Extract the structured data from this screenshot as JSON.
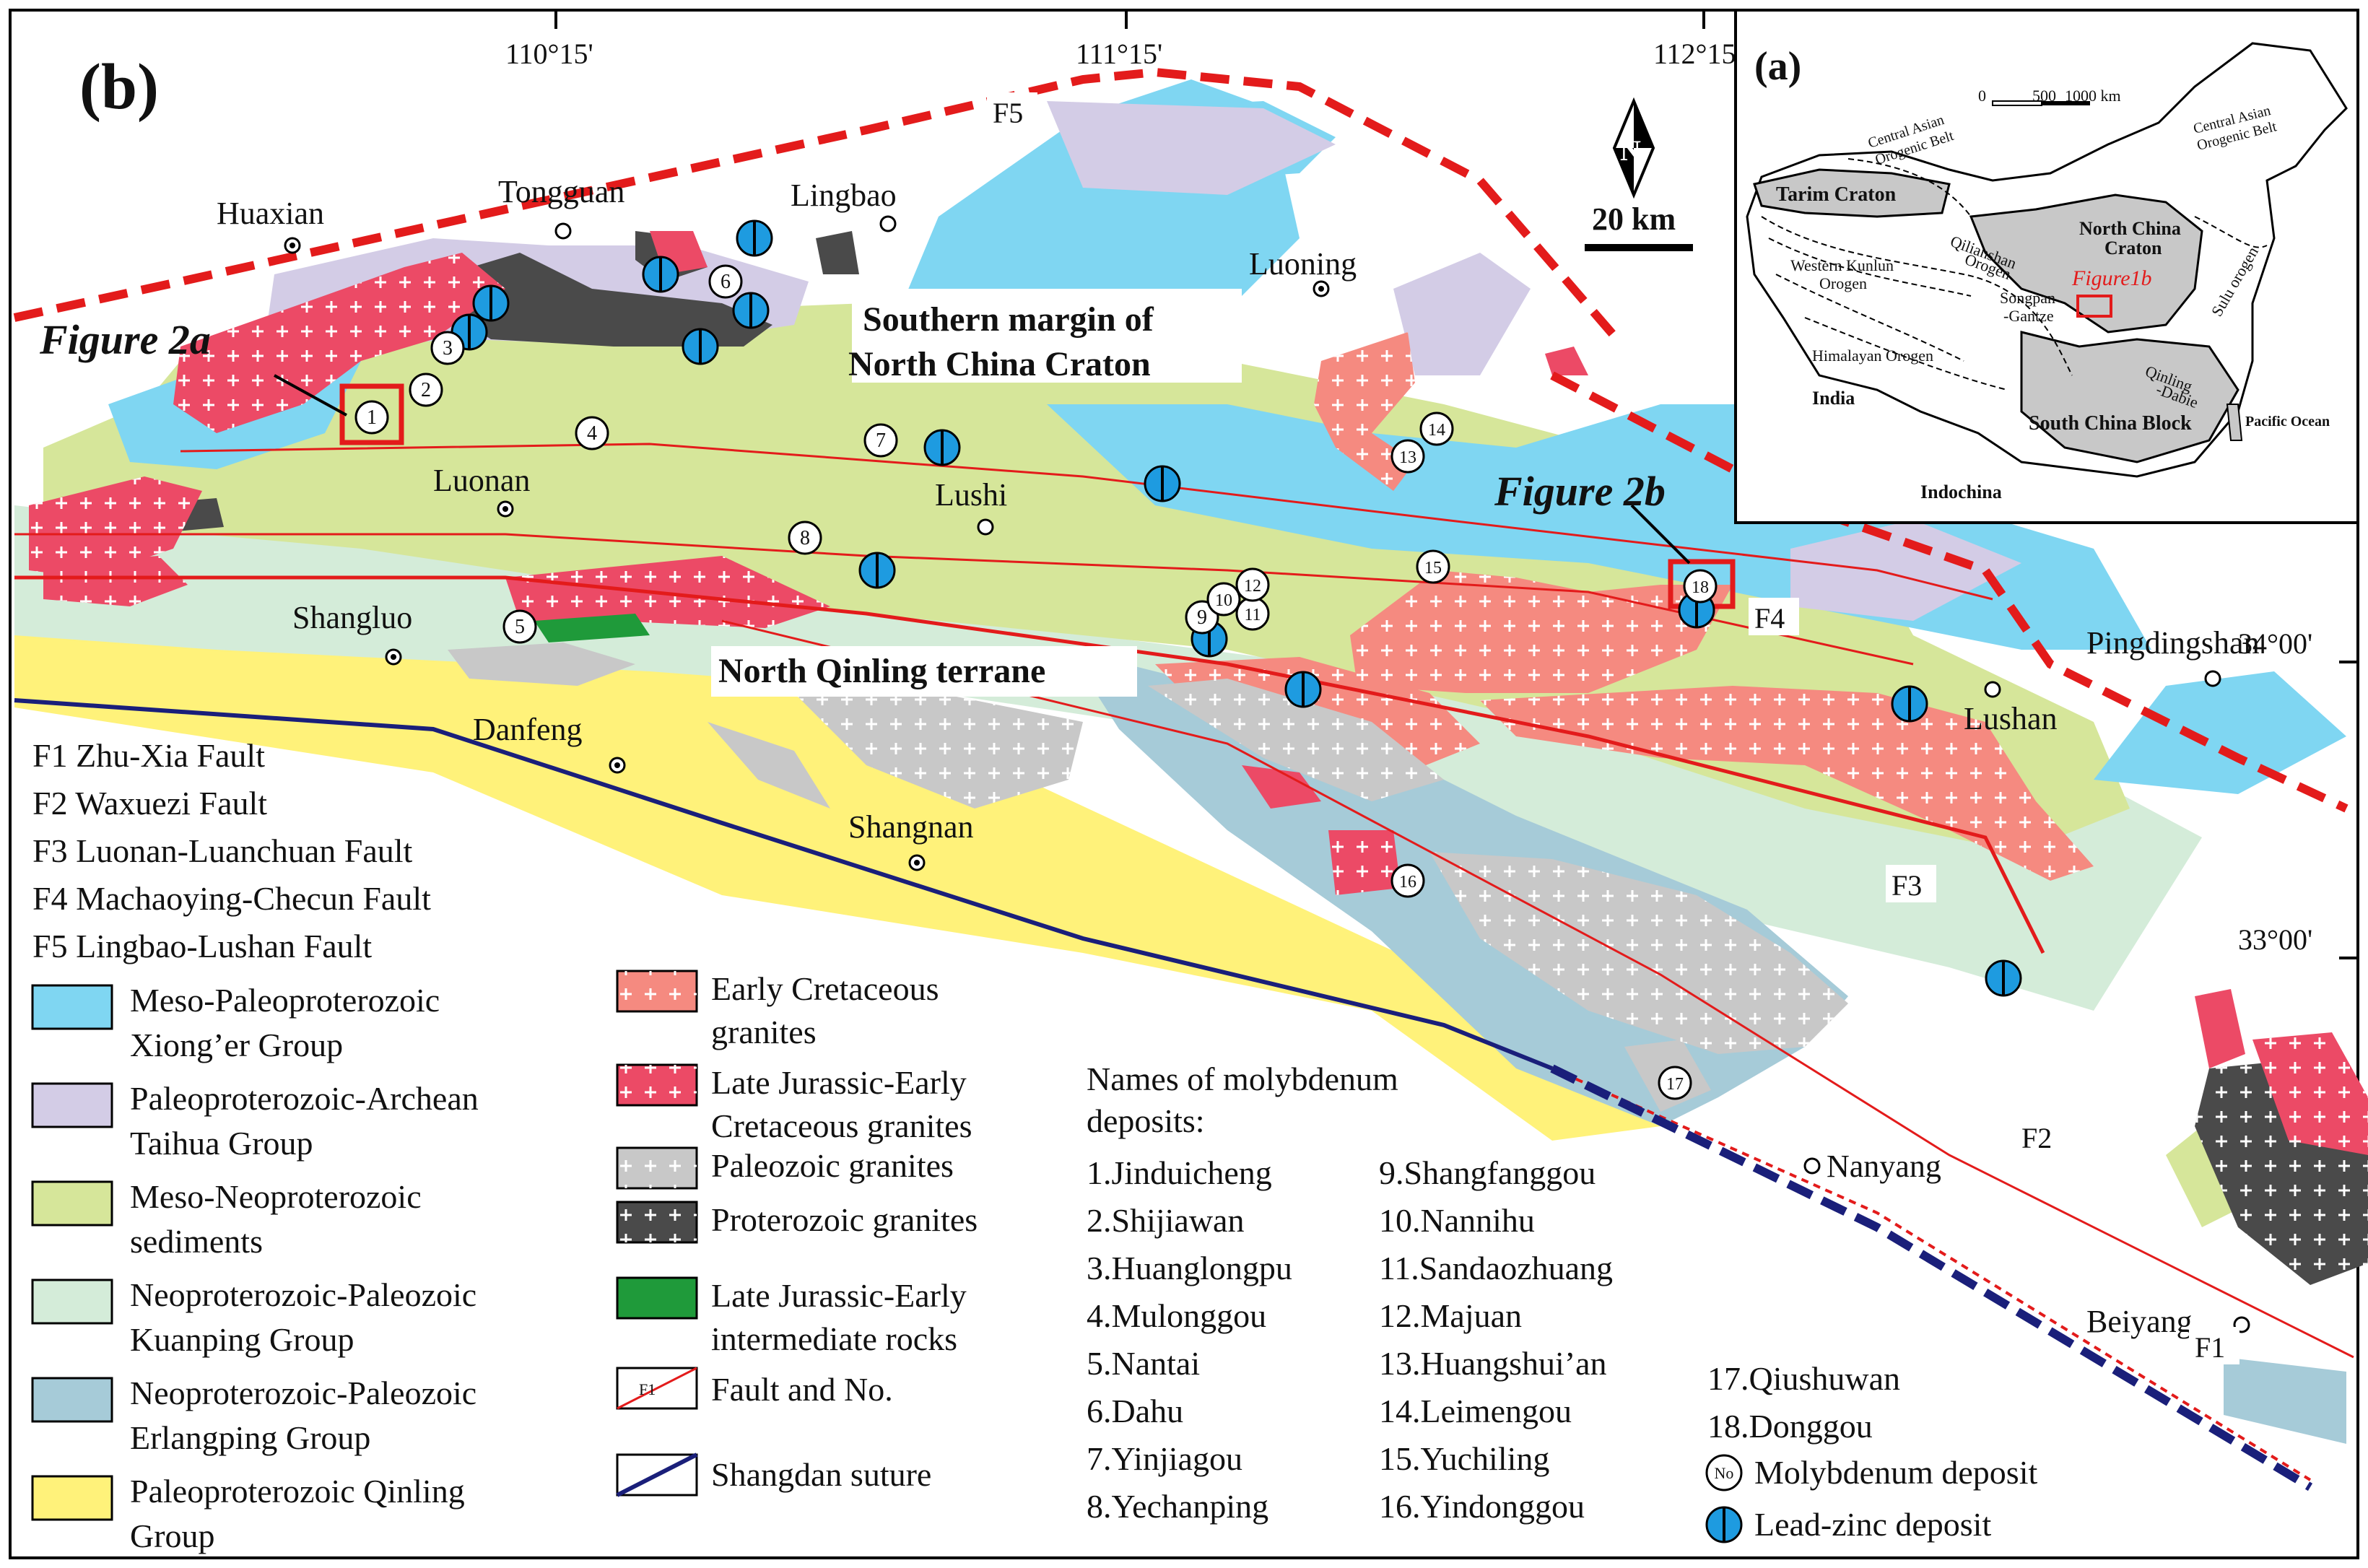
{
  "panel_b": {
    "label": "(b)",
    "coordinates": {
      "top": [
        "110°15'",
        "111°15'",
        "112°15'"
      ],
      "right": [
        "34°00'",
        "33°00'"
      ]
    },
    "north_letter": "N",
    "scale_label": "20 km",
    "figure_labels": [
      "Figure 2a",
      "Figure 2b"
    ],
    "region_labels": {
      "scnc_line1": "Southern margin of",
      "scnc_line2": "North China Craton",
      "nq": "North Qinling terrane"
    },
    "fault_tags": [
      "F1",
      "F2",
      "F3",
      "F4",
      "F5"
    ],
    "towns": [
      {
        "key": "huaxian",
        "name": "Huaxian"
      },
      {
        "key": "tongguan",
        "name": "Tongguan"
      },
      {
        "key": "lingbao",
        "name": "Lingbao"
      },
      {
        "key": "luoning",
        "name": "Luoning"
      },
      {
        "key": "luonan",
        "name": "Luonan"
      },
      {
        "key": "lushi",
        "name": "Lushi"
      },
      {
        "key": "shangluo",
        "name": "Shangluo"
      },
      {
        "key": "danfeng",
        "name": "Danfeng"
      },
      {
        "key": "shangnan",
        "name": "Shangnan"
      },
      {
        "key": "pingdingshan",
        "name": "Pingdingshan"
      },
      {
        "key": "lushan",
        "name": "Lushan"
      },
      {
        "key": "nanyang",
        "name": "Nanyang"
      },
      {
        "key": "beiyang",
        "name": "Beiyang"
      }
    ],
    "deposit_numbers": [
      "1",
      "2",
      "3",
      "4",
      "5",
      "6",
      "7",
      "8",
      "9",
      "10",
      "11",
      "12",
      "13",
      "14",
      "15",
      "16",
      "17",
      "18"
    ]
  },
  "panel_a": {
    "label": "(a)",
    "scale_labels": [
      "0",
      "500",
      "1000 km"
    ],
    "labels": [
      {
        "key": "caob_w",
        "text": "Central Asian"
      },
      {
        "key": "caob_w2",
        "text": "Orogenic Belt"
      },
      {
        "key": "caob_e",
        "text": "Central Asian"
      },
      {
        "key": "caob_e2",
        "text": "Orogenic Belt"
      },
      {
        "key": "tarim",
        "text": "Tarim Craton"
      },
      {
        "key": "ncc1",
        "text": "North China"
      },
      {
        "key": "ncc2",
        "text": "Craton"
      },
      {
        "key": "wk1",
        "text": "Western Kunlun"
      },
      {
        "key": "wk2",
        "text": "Orogen"
      },
      {
        "key": "ql1",
        "text": "Qilianshan"
      },
      {
        "key": "ql2",
        "text": "Orogen"
      },
      {
        "key": "fig1b",
        "text": "Figure1b"
      },
      {
        "key": "sulu",
        "text": "Sulu orogen"
      },
      {
        "key": "sg1",
        "text": "Songpan"
      },
      {
        "key": "sg2",
        "text": "-Gantze"
      },
      {
        "key": "hima",
        "text": "Himalayan Orogen"
      },
      {
        "key": "qd1",
        "text": "Qinling"
      },
      {
        "key": "qd2",
        "text": "-Dabie"
      },
      {
        "key": "india",
        "text": "India"
      },
      {
        "key": "scb",
        "text": "South China Block"
      },
      {
        "key": "pacific",
        "text": "Pacific Ocean"
      },
      {
        "key": "indochina",
        "text": "Indochina"
      }
    ]
  },
  "legend": {
    "faults": [
      "F1 Zhu-Xia Fault",
      "F2 Waxuezi Fault",
      "F3 Luonan-Luanchuan Fault",
      "F4 Machaoying-Checun Fault",
      "F5 Lingbao-Lushan Fault"
    ],
    "units_left": [
      {
        "color": "#7fd6f2",
        "line1": "Meso-Paleoproterozoic",
        "line2": "Xiong’er Group"
      },
      {
        "color": "#d3cce6",
        "line1": "Paleoproterozoic-Archean",
        "line2": "Taihua Group"
      },
      {
        "color": "#d6e69a",
        "line1": "Meso-Neoproterozoic",
        "line2": "sediments"
      },
      {
        "color": "#d4ecd9",
        "line1": "Neoproterozoic-Paleozoic",
        "line2": "Kuanping Group"
      },
      {
        "color": "#a6cbd8",
        "line1": "Neoproterozoic-Paleozoic",
        "line2": "Erlangping Group"
      },
      {
        "color": "#fff27a",
        "line1": "Paleoproterozoic Qinling",
        "line2": "Group"
      }
    ],
    "units_mid": [
      {
        "color": "#f58a80",
        "line1": "Early Cretaceous",
        "line2": "granites"
      },
      {
        "color": "#ec4a66",
        "line1": "Late Jurassic-Early",
        "line2": "Cretaceous granites"
      },
      {
        "color": "#c8c8c8",
        "line1": "Paleozoic granites",
        "line2": ""
      },
      {
        "color": "#4a4a4a",
        "line1": "Proterozoic granites",
        "line2": ""
      },
      {
        "color": "#1f9a3a",
        "line1": "Late Jurassic-Early",
        "line2": "intermediate rocks"
      }
    ],
    "fault_symbol_tag": "F1",
    "fault_symbol_label": "Fault and No.",
    "suture_label": "Shangdan suture",
    "deposits_title_line1": "Names of molybdenum",
    "deposits_title_line2": "deposits:",
    "deposits_col1": [
      "1.Jinduicheng",
      "2.Shijiawan",
      "3.Huanglongpu",
      "4.Mulonggou",
      "5.Nantai",
      "6.Dahu",
      "7.Yinjiagou",
      "8.Yechanping"
    ],
    "deposits_col2": [
      "9.Shangfanggou",
      "10.Nannihu",
      "11.Sandaozhuang",
      "12.Majuan",
      "13.Huangshui’an",
      "14.Leimengou",
      "15.Yuchiling",
      "16.Yindonggou"
    ],
    "deposits_col3": [
      "17.Qiushuwan",
      "18.Donggou"
    ],
    "mo_symbol_text": "No",
    "mo_label": "Molybdenum deposit",
    "pbzn_label": "Lead-zinc deposit"
  },
  "colors": {
    "xionger": "#7fd6f2",
    "taihua": "#d3cce6",
    "sediments": "#d6e69a",
    "kuanping": "#d4ecd9",
    "erlangping": "#a6cbd8",
    "qinling": "#fff27a",
    "ec_granite": "#f58a80",
    "ljec_granite": "#ec4a66",
    "pz_granite": "#c8c8c8",
    "pt_granite": "#4a4a4a",
    "intermediate": "#1f9a3a",
    "fault": "#e31b1b",
    "suture": "#1a1f7a",
    "pbzn": "#1e9be0"
  }
}
